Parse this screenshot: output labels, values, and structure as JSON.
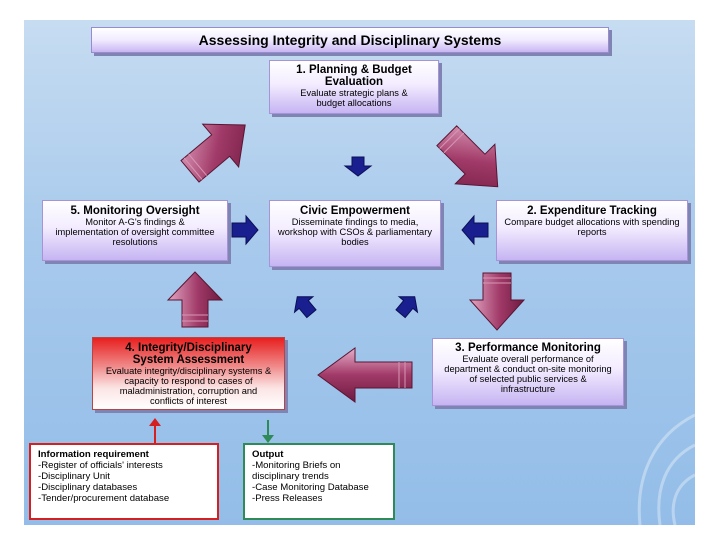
{
  "title": "Assessing Integrity and Disciplinary Systems",
  "boxes": {
    "planning": {
      "heading": "1. Planning & Budget Evaluation",
      "desc": "Evaluate strategic plans & budget allocations"
    },
    "expenditure": {
      "heading": "2. Expenditure Tracking",
      "desc": "Compare budget allocations with spending reports"
    },
    "performance": {
      "heading": "3. Performance Monitoring",
      "desc": "Evaluate overall performance of department & conduct on-site monitoring of selected public services & infrastructure"
    },
    "integrity": {
      "heading": "4. Integrity/Disciplinary System Assessment",
      "desc": "Evaluate integrity/disciplinary systems & capacity to respond to cases of maladministration, corruption and conflicts of interest"
    },
    "oversight": {
      "heading": "5. Monitoring Oversight",
      "desc": "Monitor A-G's findings & implementation of oversight committee resolutions"
    },
    "civic": {
      "heading": "Civic Empowerment",
      "desc": "Disseminate findings to media, workshop with CSOs & parliamentary bodies"
    }
  },
  "information_requirement": {
    "heading": "Information requirement",
    "items": [
      "-Register of officials' interests",
      "-Disciplinary Unit",
      "-Disciplinary databases",
      "-Tender/procurement database"
    ]
  },
  "output": {
    "heading": "Output",
    "items": [
      "-Monitoring Briefs on disciplinary trends",
      "-Case Monitoring Database",
      "-Press Releases"
    ]
  },
  "colors": {
    "arrow_maroon": "#8e2a55",
    "arrow_blue": "#1a1f8f",
    "info_border": "#d62020",
    "output_border": "#2e8b57",
    "integrity_red": "#e81f1f"
  }
}
